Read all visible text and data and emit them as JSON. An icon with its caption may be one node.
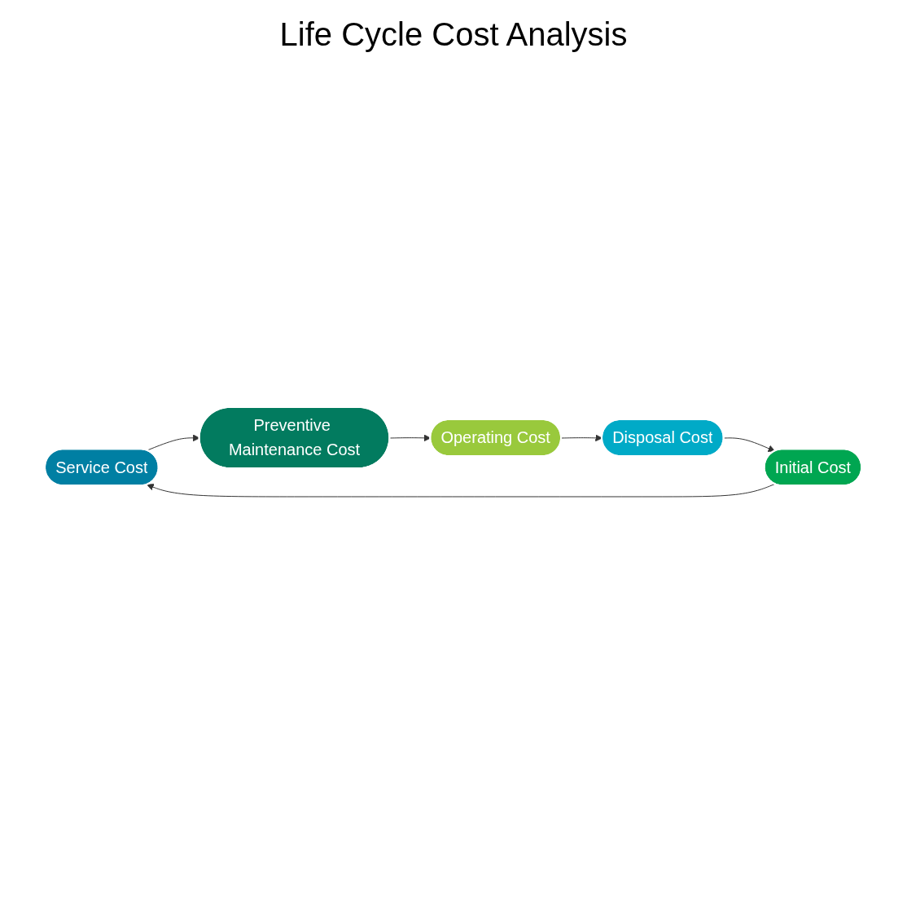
{
  "diagram": {
    "title": "Life Cycle Cost Analysis",
    "nodes": [
      {
        "text": [
          "Service Cost"
        ]
      },
      {
        "text": [
          "Preventive Maintenance Cost"
        ]
      },
      {
        "text": [
          "Initial Cost"
        ]
      },
      {
        "text": [
          "Operating Cost"
        ]
      },
      {
        "text": [
          "Disposal Cost"
        ]
      }
    ],
    "edges": [
      {
        "from": 0,
        "to": 1,
        "arrow": "to"
      },
      {
        "from": 1,
        "to": 3,
        "arrow": "to"
      },
      {
        "from": 3,
        "to": 4,
        "arrow": "to"
      },
      {
        "from": 4,
        "to": 2,
        "arrow": "to"
      },
      {
        "from": 2,
        "to": 0,
        "arrow": "to"
      }
    ]
  }
}
